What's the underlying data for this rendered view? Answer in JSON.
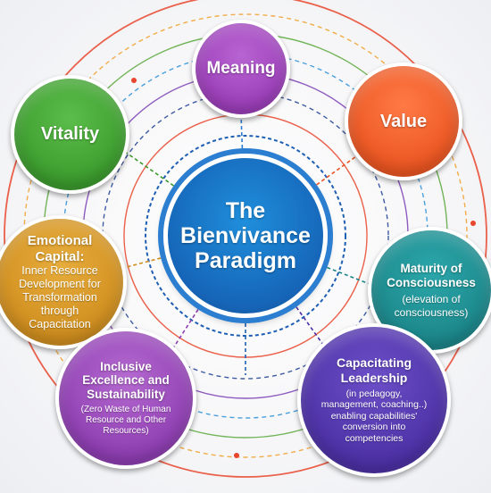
{
  "diagram": {
    "center": {
      "lines": [
        "The",
        "Bienvivance",
        "Paradigm"
      ]
    },
    "nodes": {
      "meaning": {
        "title": "Meaning",
        "color": "#a24ac0"
      },
      "value": {
        "title": "Value",
        "color": "#ee5a24"
      },
      "vitality": {
        "title": "Vitality",
        "color": "#43a435"
      },
      "emotional_capital": {
        "title_lines": [
          "Emotional",
          "Capital:"
        ],
        "sub_lines": [
          "Inner Resource",
          "Development for",
          "Transformation",
          "through",
          "Capacitation"
        ],
        "color": "#d8961f"
      },
      "maturity": {
        "title_lines": [
          "Maturity of",
          "Consciousness"
        ],
        "sub_lines": [
          "(elevation of",
          "consciousness)"
        ],
        "color": "#1e8e92"
      },
      "inclusive": {
        "title_lines": [
          "Inclusive",
          "Excellence and",
          "Sustainability"
        ],
        "sub_lines": [
          "(Zero Waste of Human",
          "Resource and Other",
          "Resources)"
        ],
        "color": "#9242b6"
      },
      "capacitating": {
        "title_lines": [
          "Capacitating",
          "Leadership"
        ],
        "sub_lines": [
          "(in pedagogy,",
          "management, coaching..)",
          "enabling capabilities'",
          "conversion into",
          "competencies"
        ],
        "color": "#5236ab"
      }
    },
    "ring_colors": [
      "#e8452c",
      "#f0a02a",
      "#5aa83c",
      "#2d8fd6",
      "#7a3fb4",
      "#1b3f8f"
    ]
  }
}
